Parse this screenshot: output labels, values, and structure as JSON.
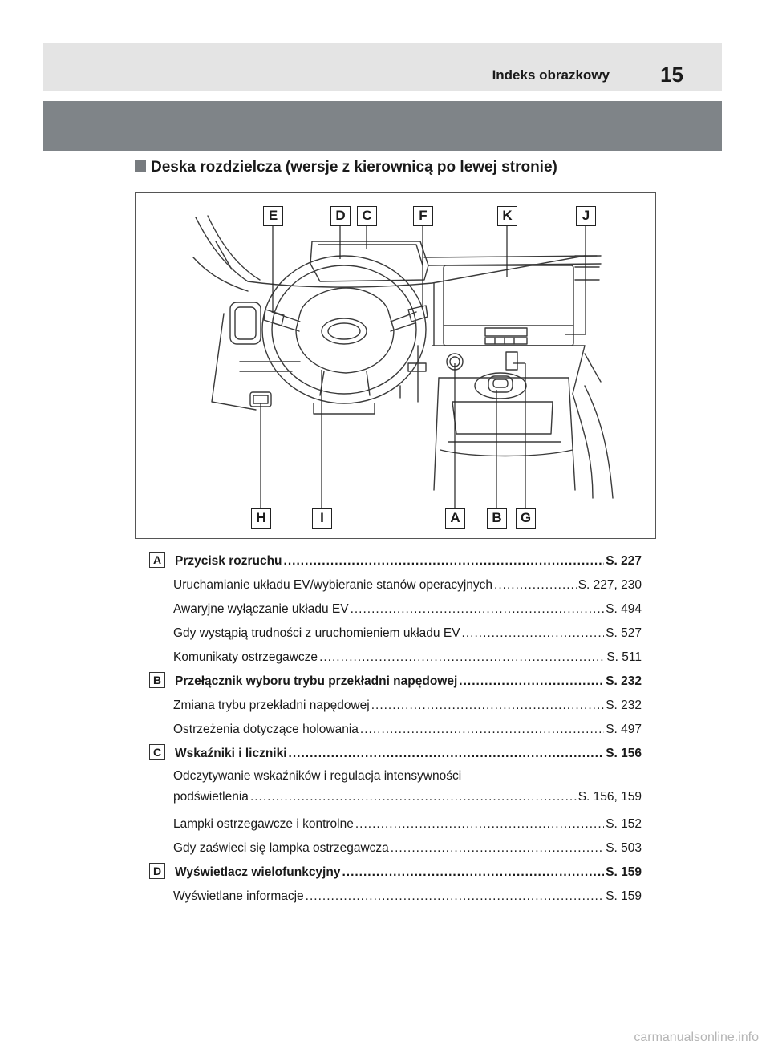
{
  "header": {
    "title": "Indeks obrazkowy",
    "page_number": "15"
  },
  "section": {
    "heading": "Deska rozdzielcza (wersje z kierownicą po lewej stronie)"
  },
  "figure": {
    "callouts_top": [
      "E",
      "D",
      "C",
      "F",
      "K",
      "J"
    ],
    "callouts_bottom": [
      "H",
      "I",
      "A",
      "B",
      "G"
    ]
  },
  "index": {
    "A": {
      "badge": "A",
      "title": "Przycisk rozruchu",
      "page": "S. 227",
      "items": [
        {
          "label": "Uruchamianie układu EV/wybieranie stanów operacyjnych",
          "page": "S. 227, 230"
        },
        {
          "label": "Awaryjne wyłączanie układu EV",
          "page": "S. 494"
        },
        {
          "label": "Gdy wystąpią trudności z uruchomieniem układu EV",
          "page": "S. 527"
        },
        {
          "label": "Komunikaty ostrzegawcze",
          "page": "S. 511"
        }
      ]
    },
    "B": {
      "badge": "B",
      "title": "Przełącznik wyboru trybu przekładni napędowej",
      "page": "S. 232",
      "items": [
        {
          "label": "Zmiana trybu przekładni napędowej",
          "page": "S. 232"
        },
        {
          "label": "Ostrzeżenia dotyczące holowania",
          "page": "S. 497"
        }
      ]
    },
    "C": {
      "badge": "C",
      "title": "Wskaźniki i liczniki",
      "page": "S. 156",
      "items_multiline": {
        "line1": "Odczytywanie wskaźników i regulacja intensywności",
        "line2": "podświetlenia",
        "page": "S. 156, 159"
      },
      "items": [
        {
          "label": "Lampki ostrzegawcze i kontrolne",
          "page": "S. 152"
        },
        {
          "label": "Gdy zaświeci się lampka ostrzegawcza",
          "page": "S. 503"
        }
      ]
    },
    "D": {
      "badge": "D",
      "title": "Wyświetlacz wielofunkcyjny",
      "page": "S. 159",
      "items": [
        {
          "label": "Wyświetlane informacje",
          "page": "S. 159"
        }
      ]
    }
  },
  "watermark": "carmanualsonline.info"
}
